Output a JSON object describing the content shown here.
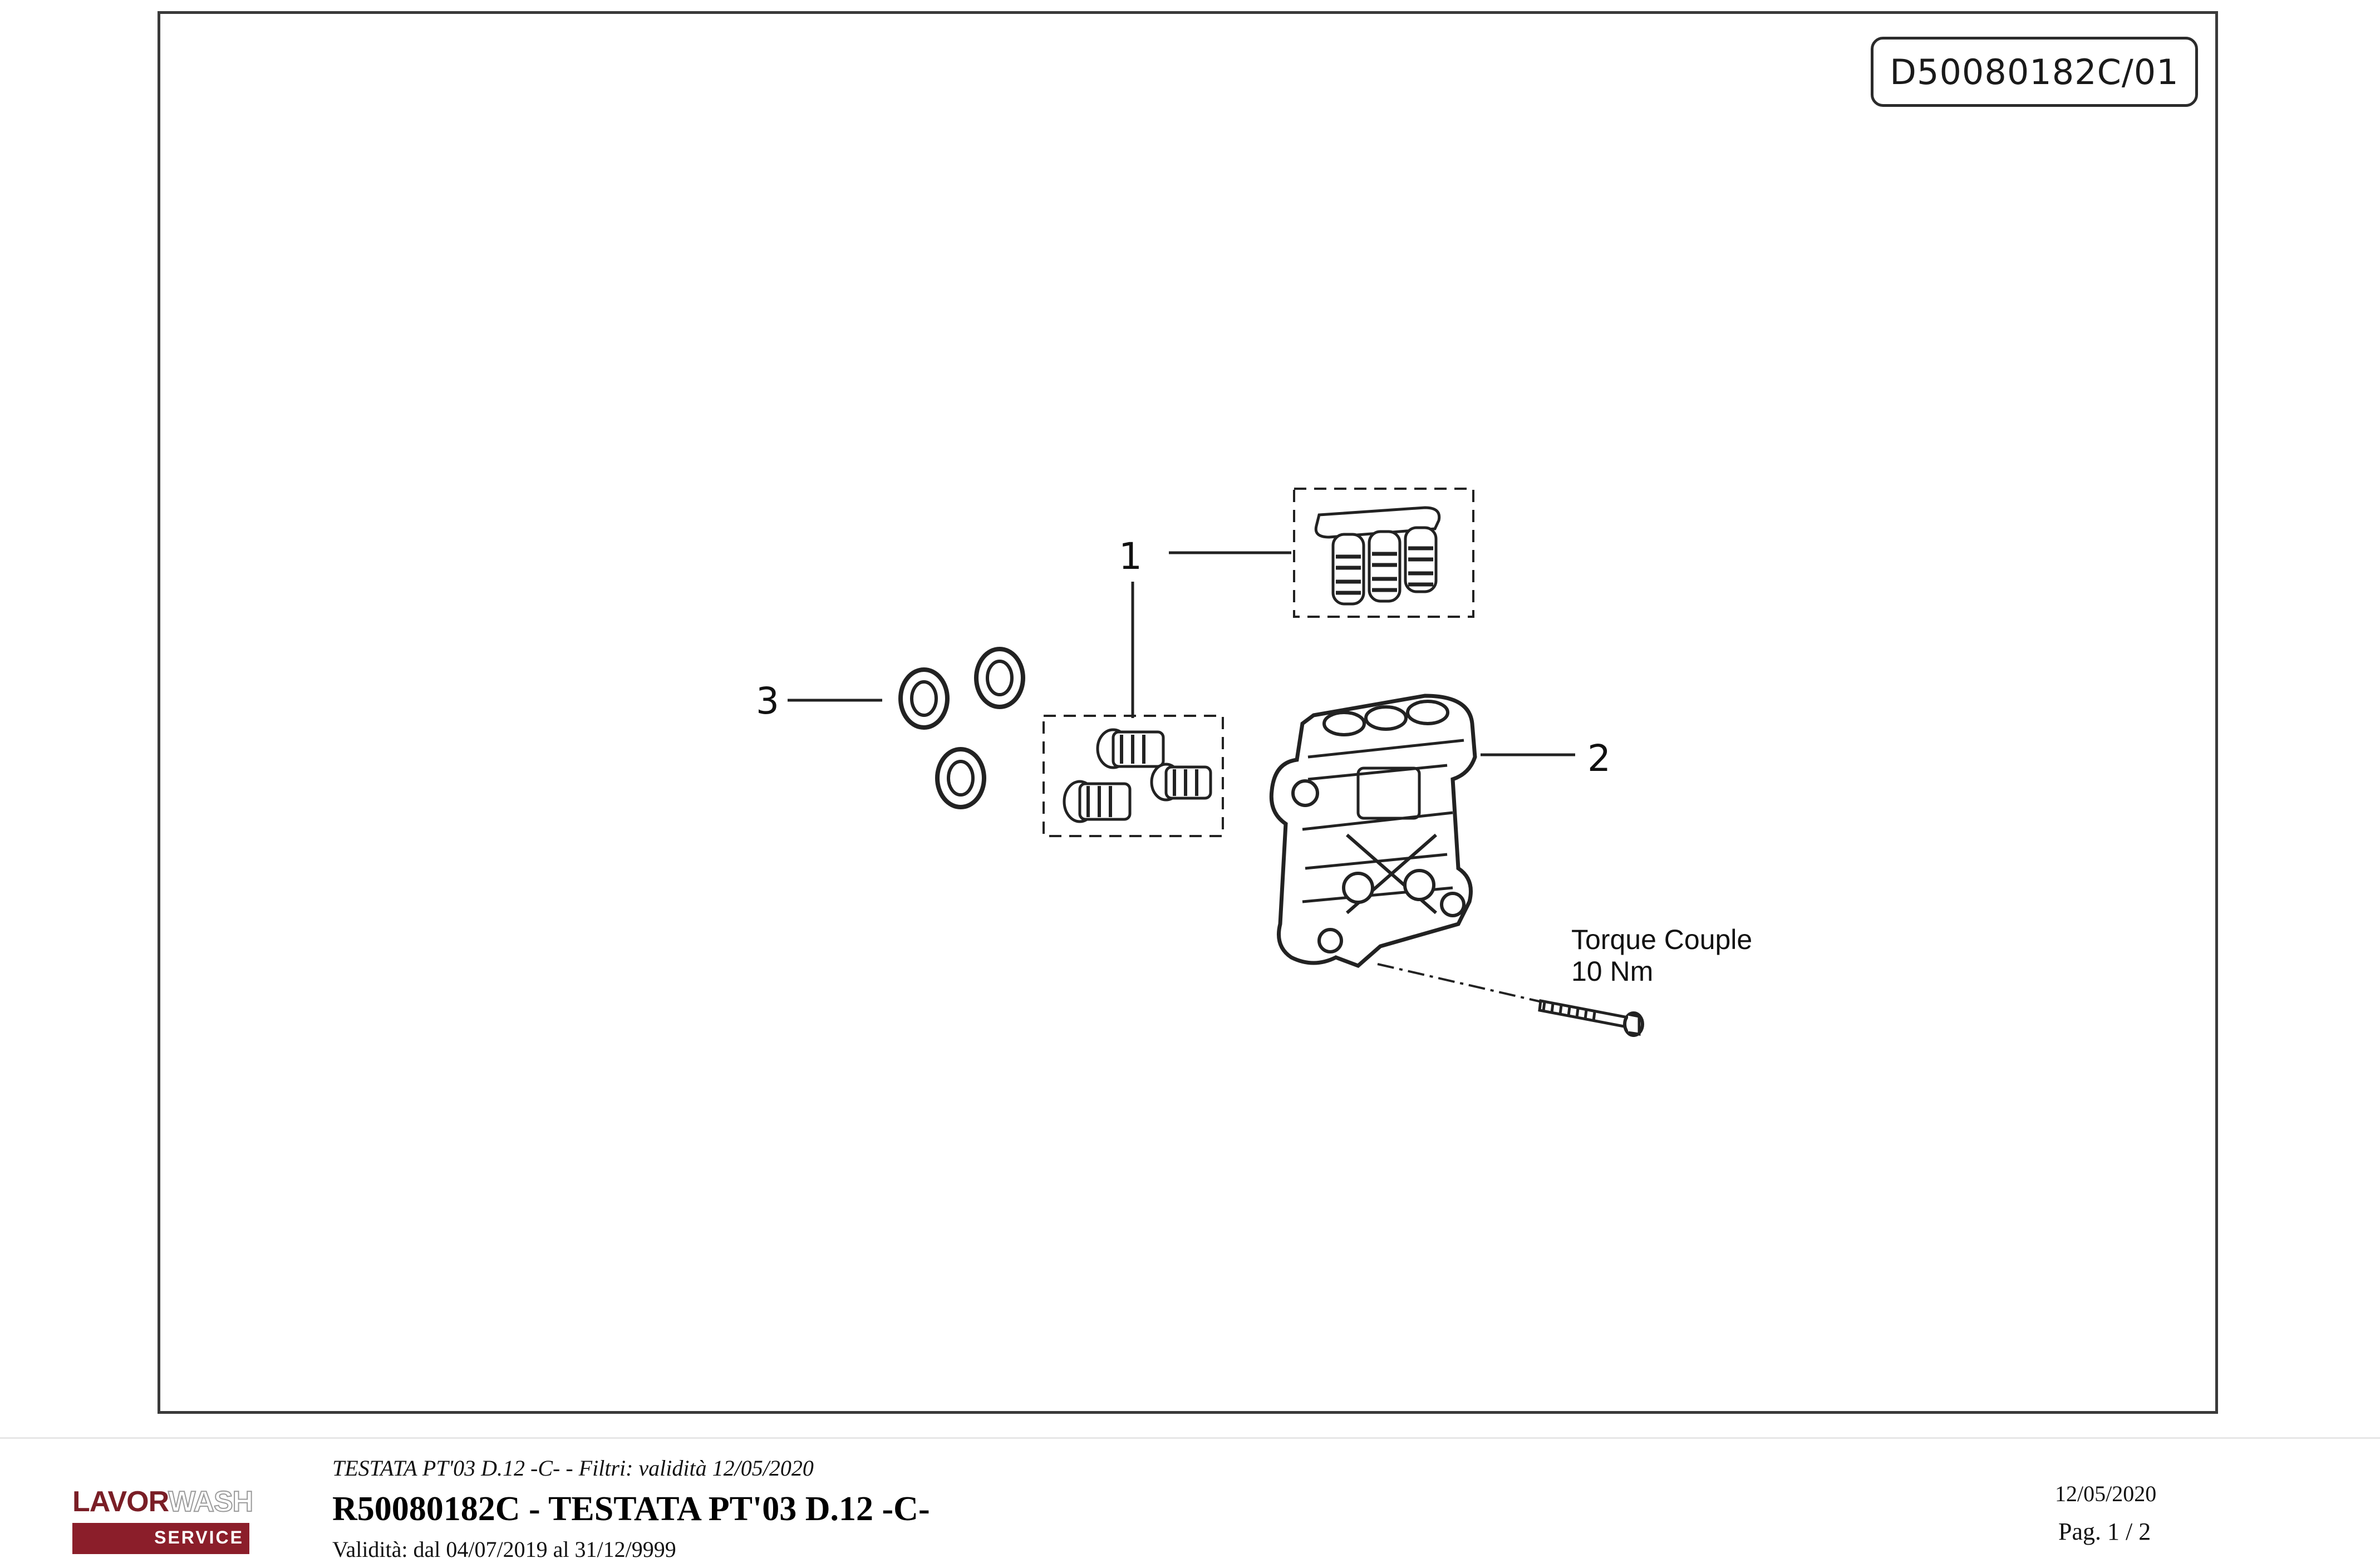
{
  "drawing_code": "D50080182C/01",
  "callouts": {
    "c1": "1",
    "c2": "2",
    "c3": "3"
  },
  "torque": {
    "line1": "Torque Couple",
    "line2": "10 Nm"
  },
  "footer": {
    "logo_brand_dark": "LAVOR",
    "logo_brand_light": "WASH",
    "logo_sub": "SERVICE",
    "filter_line": "TESTATA PT'03 D.12 -C- - Filtri: validità 12/05/2020",
    "title": "R50080182C - TESTATA PT'03 D.12 -C-",
    "validity": "Validità: dal 04/07/2019 al 31/12/9999",
    "date": "12/05/2020",
    "page": "Pag. 1 / 2"
  },
  "colors": {
    "logo_red": "#8b1e2a",
    "line": "#2b2b2b"
  }
}
